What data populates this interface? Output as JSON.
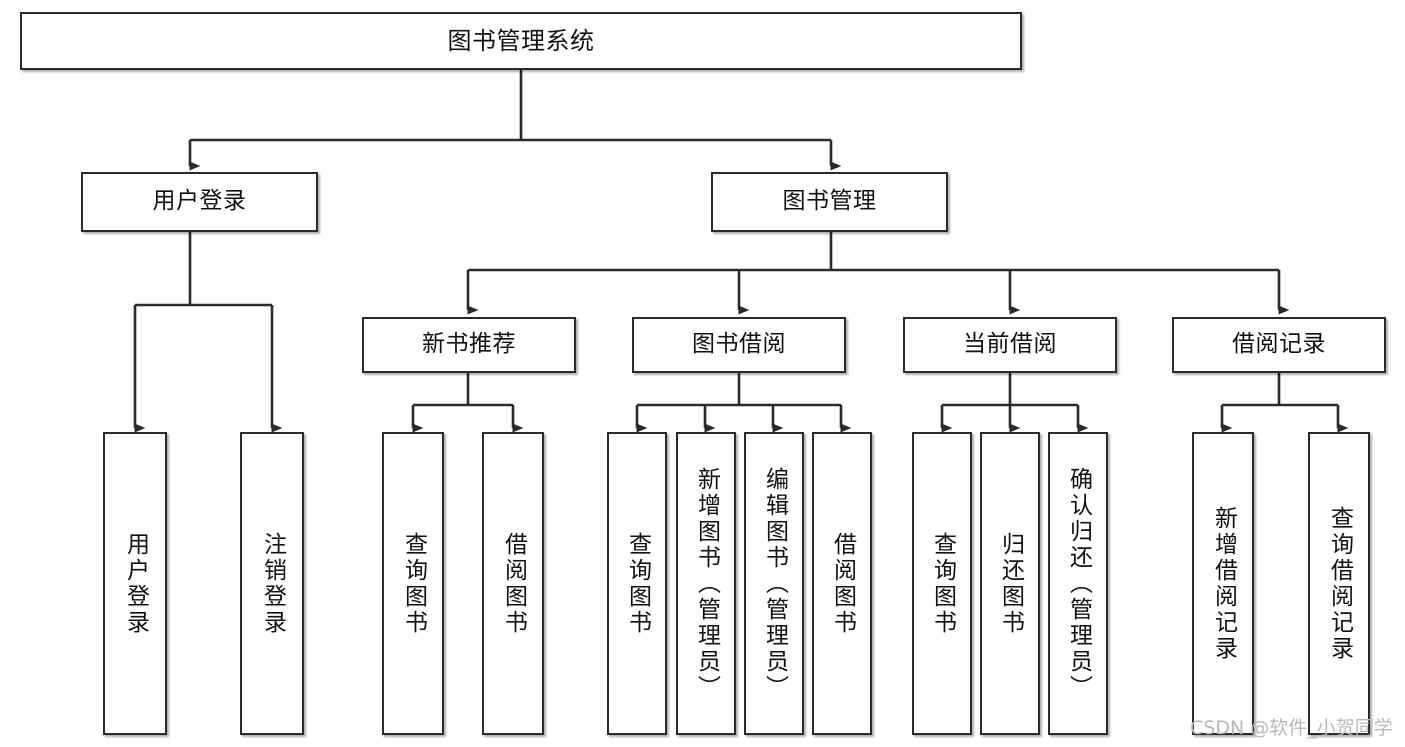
{
  "diagram": {
    "title": "图书管理系统",
    "type": "hierarchy-tree",
    "watermark": "CSDN @软件_小贺同学",
    "colors": {
      "box_border": "#2b2b2b",
      "box_fill": "#ffffff",
      "edge": "#2b2b2b",
      "text": "#111111",
      "watermark": "#b9b9b9",
      "background": "#ffffff"
    },
    "levels": {
      "level1": [
        "图书管理系统"
      ],
      "level2": [
        "用户登录",
        "图书管理"
      ],
      "level3": [
        "新书推荐",
        "图书借阅",
        "当前借阅",
        "借阅记录"
      ],
      "level4": [
        "用户登录",
        "注销登录",
        "查询图书",
        "借阅图书",
        "查询图书",
        "新增图书（管理员）",
        "编辑图书（管理员）",
        "借阅图书",
        "查询图书",
        "归还图书",
        "确认归还（管理员）",
        "新增借阅记录",
        "查询借阅记录"
      ]
    },
    "nodes": {
      "root": {
        "label": "图书管理系统"
      },
      "user_login": {
        "label": "用户登录"
      },
      "book_manage": {
        "label": "图书管理"
      },
      "new_book_rec": {
        "label": "新书推荐"
      },
      "book_borrow": {
        "label": "图书借阅"
      },
      "current_borrow": {
        "label": "当前借阅"
      },
      "borrow_record": {
        "label": "借阅记录"
      },
      "leaf_user_login": {
        "label": "用户登录"
      },
      "leaf_user_logout": {
        "label": "注销登录"
      },
      "leaf_query_book_1": {
        "label": "查询图书"
      },
      "leaf_borrow_book_1": {
        "label": "借阅图书"
      },
      "leaf_query_book_2": {
        "label": "查询图书"
      },
      "leaf_add_book_admin": {
        "label": "新增图书（管理员）"
      },
      "leaf_edit_book_admin": {
        "label": "编辑图书（管理员）"
      },
      "leaf_borrow_book_2": {
        "label": "借阅图书"
      },
      "leaf_query_book_3": {
        "label": "查询图书"
      },
      "leaf_return_book": {
        "label": "归还图书"
      },
      "leaf_confirm_return_admin": {
        "label": "确认归还（管理员）"
      },
      "leaf_add_borrow_record": {
        "label": "新增借阅记录"
      },
      "leaf_query_borrow_record": {
        "label": "查询借阅记录"
      }
    }
  }
}
